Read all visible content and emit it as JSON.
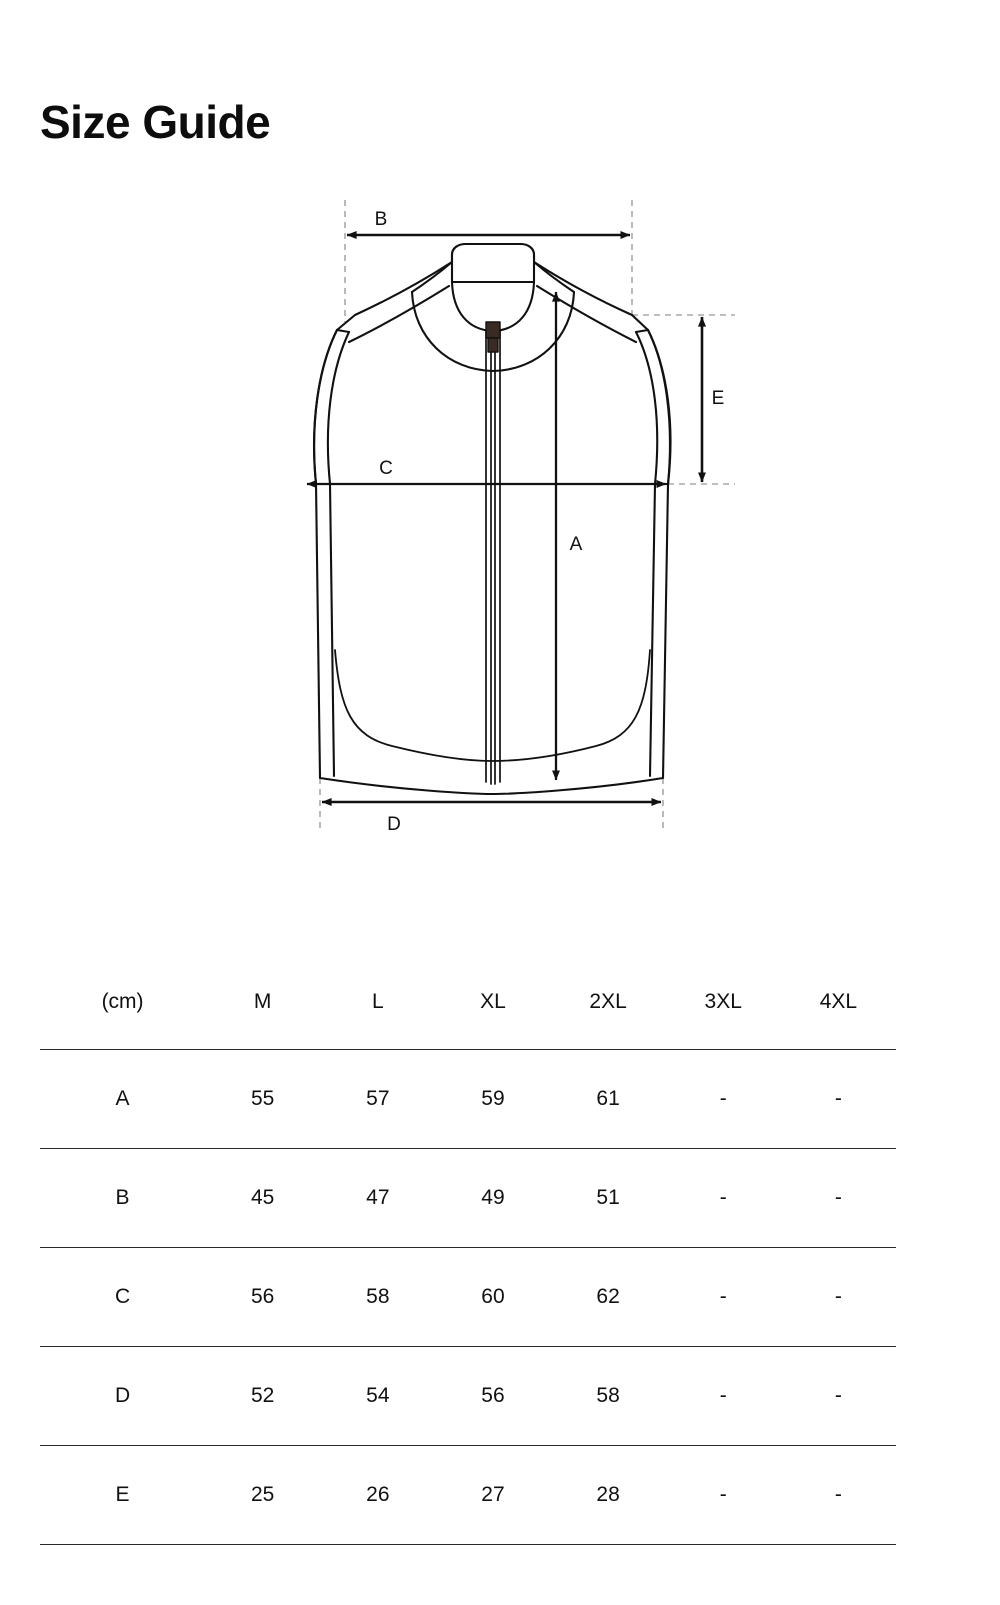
{
  "page": {
    "title": "Size Guide"
  },
  "diagram": {
    "name": "vest-technical-drawing",
    "labels": {
      "a": "A",
      "b": "B",
      "c": "C",
      "d": "D",
      "e": "E"
    },
    "line_color": "#111111",
    "guide_color": "#a8a8a8"
  },
  "table": {
    "unit_header": "(cm)",
    "sizes": [
      "M",
      "L",
      "XL",
      "2XL",
      "3XL",
      "4XL"
    ],
    "rows": [
      {
        "label": "A",
        "values": [
          "55",
          "57",
          "59",
          "61",
          "-",
          "-"
        ]
      },
      {
        "label": "B",
        "values": [
          "45",
          "47",
          "49",
          "51",
          "-",
          "-"
        ]
      },
      {
        "label": "C",
        "values": [
          "56",
          "58",
          "60",
          "62",
          "-",
          "-"
        ]
      },
      {
        "label": "D",
        "values": [
          "52",
          "54",
          "56",
          "58",
          "-",
          "-"
        ]
      },
      {
        "label": "E",
        "values": [
          "25",
          "26",
          "27",
          "28",
          "-",
          "-"
        ]
      }
    ]
  }
}
